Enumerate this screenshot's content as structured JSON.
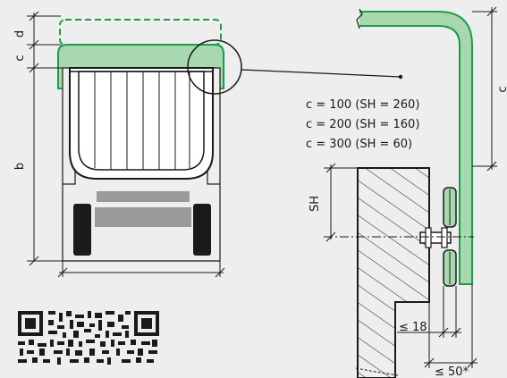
{
  "dimensions": {
    "d": "d",
    "c": "c",
    "b": "b",
    "c_right": "c",
    "sh": "SH",
    "max_18": "≤ 18",
    "max_50": "≤ 50*"
  },
  "notes": [
    "c = 100 (SH = 260)",
    "c = 200 (SH = 160)",
    "c = 300 (SH = 60)"
  ],
  "colors": {
    "accent_green": "#1b9e4b",
    "fill_green": "#a8d8b0",
    "ink": "#1a1a1a",
    "background": "#eeeeee"
  },
  "icons": {
    "qr": "qr-code-icon"
  }
}
